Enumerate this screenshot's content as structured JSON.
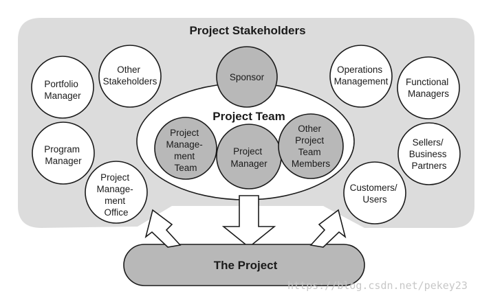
{
  "title": "Project Stakeholders",
  "team_title": "Project Team",
  "project_label": "The Project",
  "stakeholders": {
    "portfolio_manager": [
      "Portfolio",
      "Manager"
    ],
    "other_stakeholders": [
      "Other",
      "Stakeholders"
    ],
    "sponsor": [
      "Sponsor"
    ],
    "operations_management": [
      "Operations",
      "Management"
    ],
    "functional_managers": [
      "Functional",
      "Managers"
    ],
    "program_manager": [
      "Program",
      "Manager"
    ],
    "pmo": [
      "Project",
      "Manage-",
      "ment",
      "Office"
    ],
    "sellers_partners": [
      "Sellers/",
      "Business",
      "Partners"
    ],
    "customers_users": [
      "Customers/",
      "Users"
    ]
  },
  "team": {
    "pm_team": [
      "Project",
      "Manage-",
      "ment",
      "Team"
    ],
    "project_manager": [
      "Project",
      "Manager"
    ],
    "other_members": [
      "Other",
      "Project",
      "Team",
      "Members"
    ]
  },
  "watermark": "https://blog.csdn.net/pekey23",
  "colors": {
    "outer_panel": "#dcdcdc",
    "node_fill": "#ffffff",
    "highlight_fill": "#b8b8b8",
    "stroke": "#1a1a1a"
  }
}
